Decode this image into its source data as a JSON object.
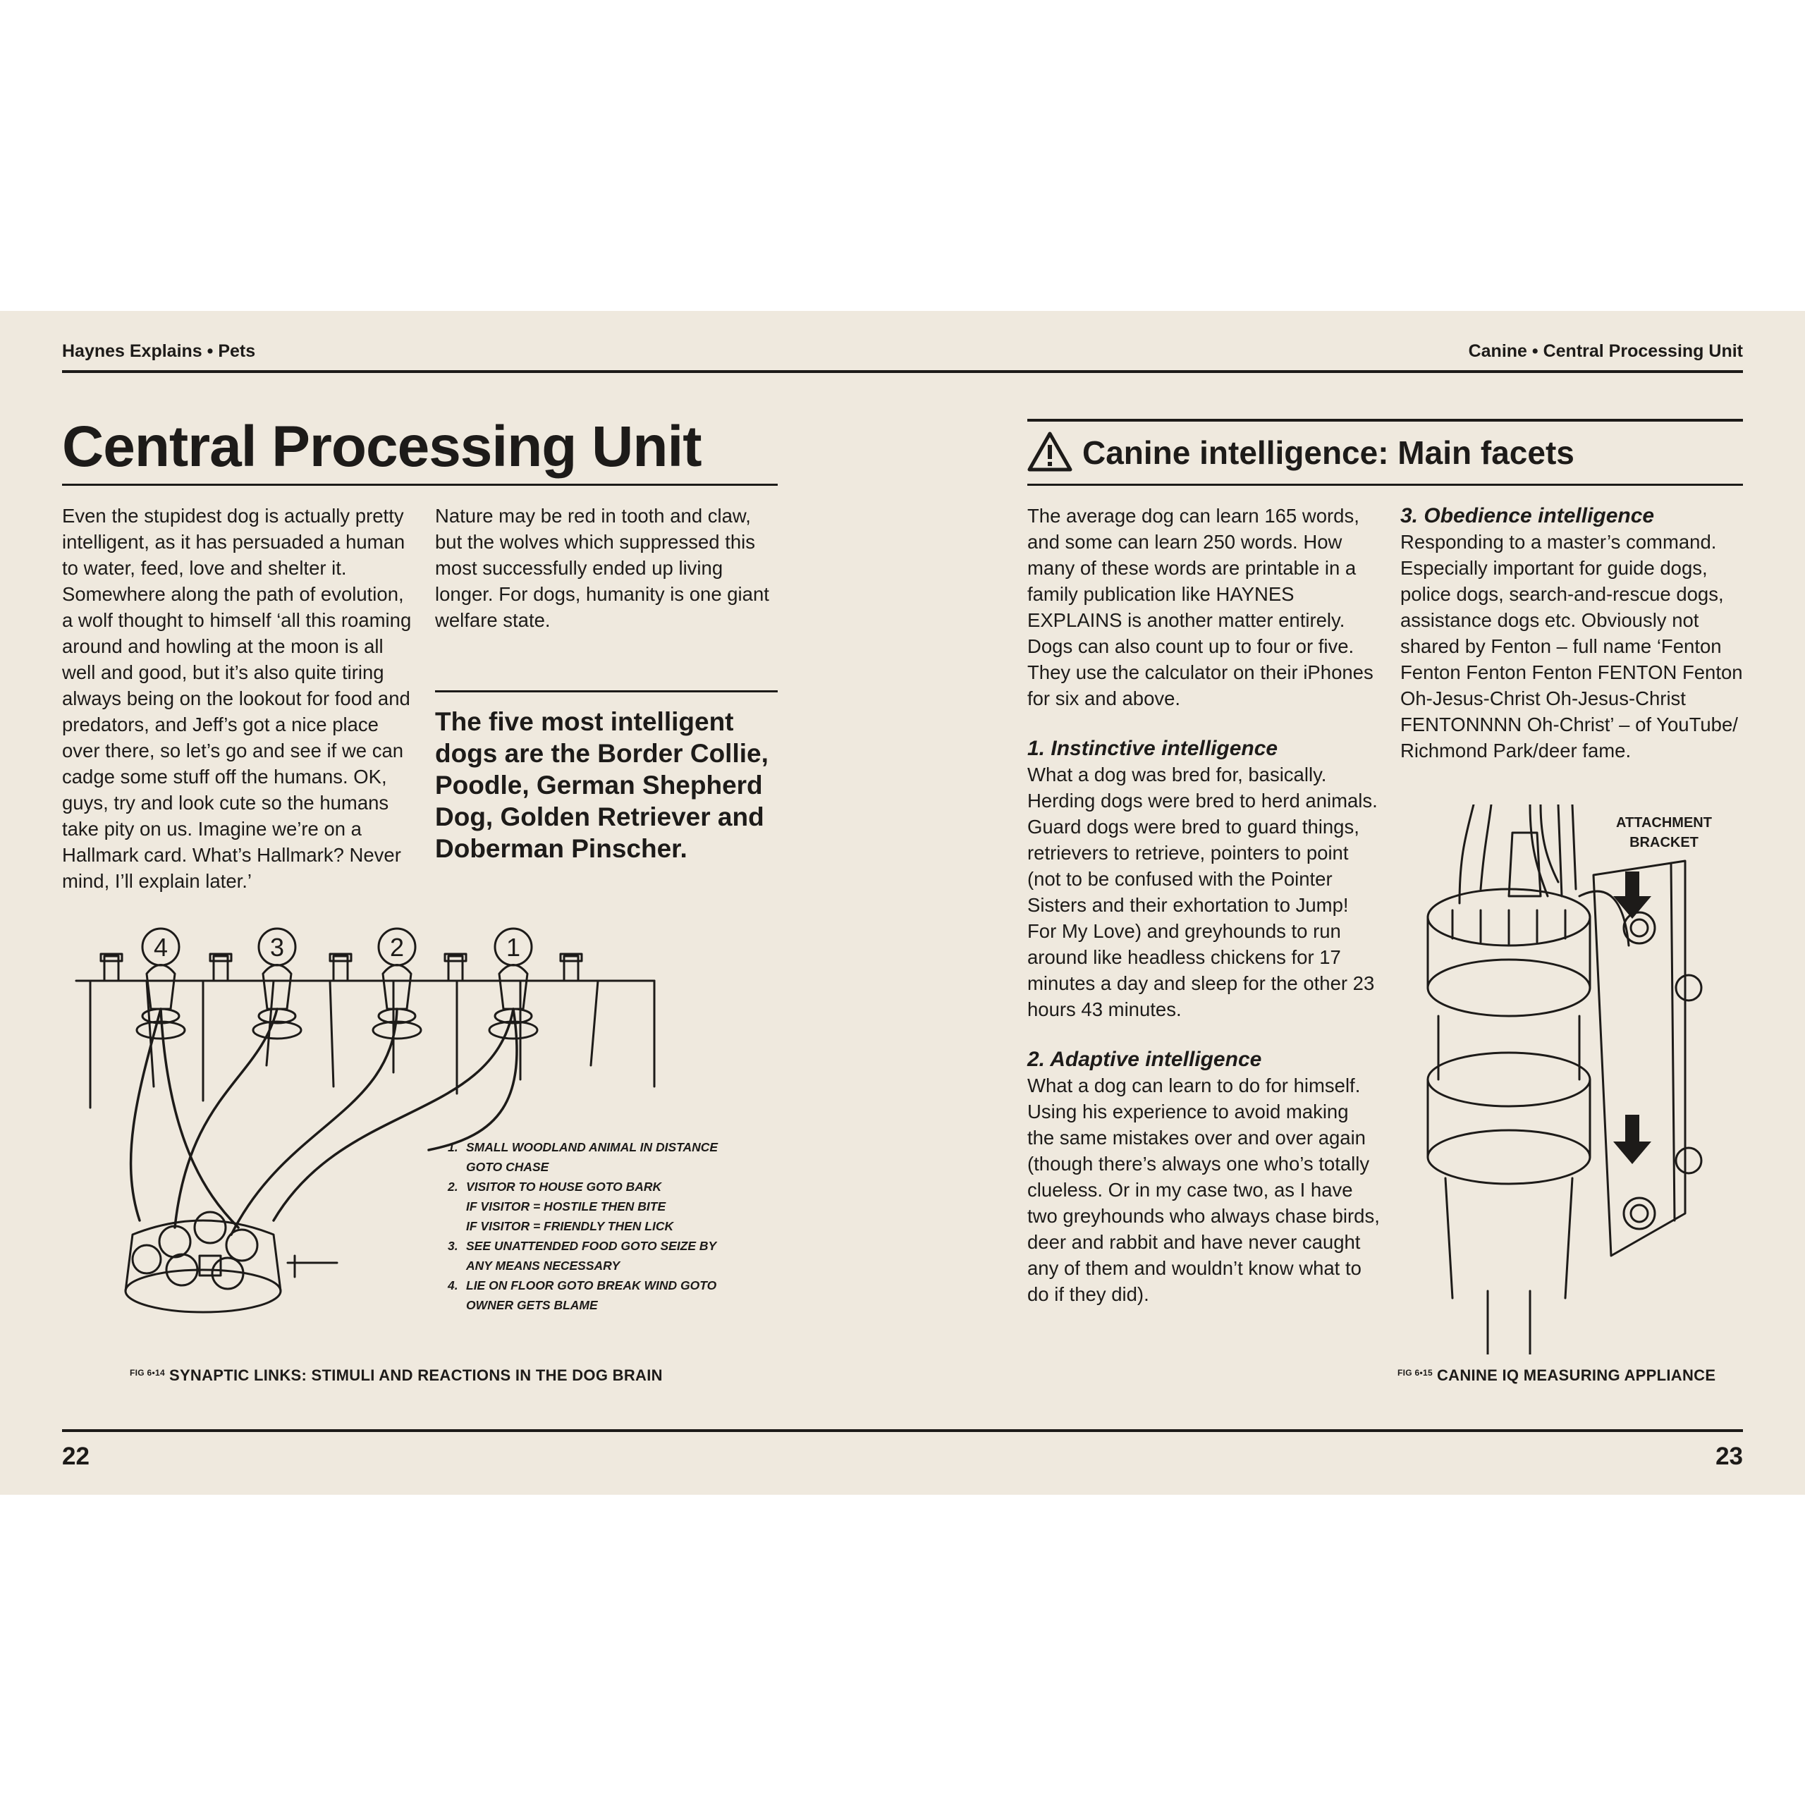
{
  "left_page": {
    "running_head": "Haynes Explains • Pets",
    "title": "Central Processing Unit",
    "col1": "Even the stupidest dog is actually pretty intelligent, as it has persuaded a human to water, feed, love and shelter it. Somewhere along the path of evolution, a wolf thought to himself ‘all this roaming around and howling at the moon is all well and good, but it’s also quite tiring always being on the lookout for food and predators, and Jeff’s got a nice place over there, so let’s go and see if we can cadge some stuff off the humans. OK, guys, try and look cute so the humans take pity on us. Imagine we’re on a Hallmark card. What’s Hallmark? Never mind, I’ll explain later.’",
    "col2": "Nature may be red in tooth and claw, but the wolves which suppressed this most successfully ended up living longer. For dogs, humanity is one giant welfare state.",
    "pull_quote": "The five most intelligent dogs are the Border Collie, Poodle, German Shepherd Dog, Golden Retriever and Doberman Pinscher.",
    "figure": {
      "numbers": [
        "4",
        "3",
        "2",
        "1"
      ],
      "callouts": [
        {
          "num": "1.",
          "lines": [
            "SMALL WOODLAND ANIMAL IN DISTANCE",
            "GOTO CHASE"
          ]
        },
        {
          "num": "2.",
          "lines": [
            "VISITOR TO HOUSE GOTO BARK",
            "IF VISITOR = HOSTILE THEN BITE",
            "IF VISITOR = FRIENDLY THEN LICK"
          ]
        },
        {
          "num": "3.",
          "lines": [
            "SEE UNATTENDED FOOD GOTO SEIZE BY",
            "ANY MEANS NECESSARY"
          ]
        },
        {
          "num": "4.",
          "lines": [
            "LIE ON FLOOR GOTO BREAK WIND GOTO",
            "OWNER GETS BLAME"
          ]
        }
      ],
      "fig_no": "FIG 6•14",
      "caption": "SYNAPTIC LINKS: STIMULI AND REACTIONS IN THE DOG BRAIN"
    },
    "folio": "22"
  },
  "right_page": {
    "running_head": "Canine • Central Processing Unit",
    "section_title": "Canine intelligence: Main facets",
    "warning_icon": "warning-triangle-icon",
    "intro": "The average dog can learn 165 words, and some can learn 250 words. How many of these words are printable in a family publication like HAYNES EXPLAINS is another matter entirely. Dogs can also count up to four or five. They use the calculator on their iPhones for six and above.",
    "facet1_title": "1. Instinctive intelligence",
    "facet1_body": "What a dog was bred for, basically. Herding dogs were bred to herd animals. Guard dogs were bred to guard things, retrievers to retrieve, pointers to point (not to be confused with the Pointer Sisters and their exhortation to Jump! For My Love) and greyhounds to run around like headless chickens for 17 minutes a day and sleep for the other 23 hours 43 minutes.",
    "facet2_title": "2. Adaptive intelligence",
    "facet2_body": "What a dog can learn to do for himself. Using his experience to avoid making the same mistakes over and over again (though there’s always one who’s totally clueless. Or in my case two, as I have two greyhounds who always chase birds, deer and rabbit and have never caught any of them and wouldn’t know what to do if they did).",
    "facet3_title": "3. Obedience intelligence",
    "facet3_body": "Responding to a master’s command. Especially important for guide dogs, police dogs, search-and-rescue dogs, assistance dogs etc. Obviously not shared by Fenton – full name ‘Fenton Fenton Fenton Fenton FENTON Fenton Oh-Jesus-Christ Oh-Jesus-Christ FENTONNNN Oh-Christ’ – of YouTube/ Richmond Park/deer fame.",
    "figure": {
      "label_line1": "ATTACHMENT",
      "label_line2": "BRACKET",
      "fig_no": "FIG 6•15",
      "caption": "CANINE IQ MEASURING APPLIANCE"
    },
    "folio": "23"
  }
}
